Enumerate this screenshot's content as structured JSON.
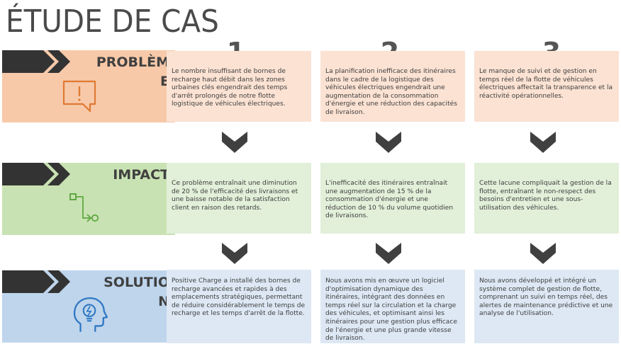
{
  "title": "ÉTUDE DE CAS",
  "colors": {
    "problem_header": "#f7c9a9",
    "problem_card": "#fbe2d3",
    "impact_header": "#c9e2b3",
    "impact_card": "#e2efd9",
    "solution_header": "#bed5ec",
    "solution_card": "#dde8f4",
    "arrow_dark": "#333333",
    "chevron": "#404040"
  },
  "steps": [
    "1",
    "2",
    "3"
  ],
  "rows": {
    "problem": {
      "label": "PROBLÈME",
      "icon": "alert-speech-bubble-icon",
      "cards": [
        "Le nombre insuffisant de bornes de recharge haut débit dans les zones urbaines clés engendrait des temps d'arrêt prolongés de notre flotte logistique de véhicules électriques.",
        "La planification inefficace des itinéraires dans le cadre de la logistique des véhicules électriques engendrait une augmentation de la consommation d'énergie et une réduction des capacités de livraison.",
        "Le manque de suivi et de gestion en temps réel de la flotte de véhicules électriques affectait la transparence et la réactivité opérationnelles."
      ]
    },
    "impact": {
      "label": "IMPACT",
      "icon": "process-flow-icon",
      "cards": [
        "Ce problème entraînait une diminution de 20 % de l'efficacité des livraisons et une baisse notable de la satisfaction client en raison des retards.",
        "L'inefficacité des itinéraires entraînait une augmentation de 15 % de la consommation d'énergie et une réduction de 10 % du volume quotidien de livraisons.",
        "Cette lacune compliquait la gestion de la flotte, entraînant le non-respect des besoins d'entretien et une sous-utilisation des véhicules."
      ]
    },
    "solution": {
      "label": "SOLUTION",
      "icon": "head-lightbulb-icon",
      "cards": [
        "Positive Charge a installé des bornes de recharge avancées et rapides à des emplacements stratégiques, permettant de réduire considérablement le temps de recharge et les temps d'arrêt de la flotte.",
        "Nous avons mis en œuvre un logiciel d'optimisation dynamique des itinéraires, intégrant des données en temps réel sur la circulation et la charge des véhicules, et optimisant ainsi les itinéraires pour une gestion plus efficace de l'énergie et une plus grande vitesse de livraison.",
        "Nous avons développé et intégré un système complet de gestion de flotte, comprenant un suivi en temps réel, des alertes de maintenance prédictive et une analyse de l'utilisation."
      ]
    }
  }
}
